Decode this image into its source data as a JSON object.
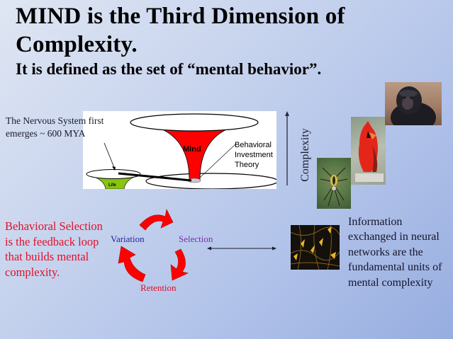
{
  "slide": {
    "title": "MIND is the Third Dimension of Complexity.",
    "subtitle": "It is defined as the set of “mental behavior”.",
    "background_colors": [
      "#dfe6f3",
      "#97ade0"
    ]
  },
  "funnel_diagram": {
    "note": "The Nervous System first emerges ~ 600 MYA",
    "life_label": "Life",
    "mind_label": "Mind",
    "theory_label_lines": [
      "Behavioral",
      "Investment",
      "Theory"
    ],
    "colors": {
      "mind": "#ff0000",
      "life": "#88c410",
      "box": "#ffffff"
    }
  },
  "complexity_axis": {
    "label": "Complexity",
    "images": [
      {
        "name": "spider",
        "icon": "spider-photo"
      },
      {
        "name": "cardinal",
        "icon": "cardinal-bird-photo"
      },
      {
        "name": "chimpanzee",
        "icon": "chimpanzee-photo"
      }
    ]
  },
  "feedback_loop": {
    "description": "Behavioral Selection is the feedback loop that builds mental complexity.",
    "stages": {
      "variation": "Variation",
      "selection": "Selection",
      "retention": "Retention"
    },
    "colors": {
      "variation": "#23239c",
      "selection": "#7a30aa",
      "retention": "#d8102a",
      "arrows": "#ff0000",
      "description": "#e0102a"
    }
  },
  "neural_info": {
    "image": {
      "name": "neural-network",
      "icon": "neurons-photo"
    },
    "text": "Information exchanged in neural networks are the fundamental units of mental complexity"
  }
}
